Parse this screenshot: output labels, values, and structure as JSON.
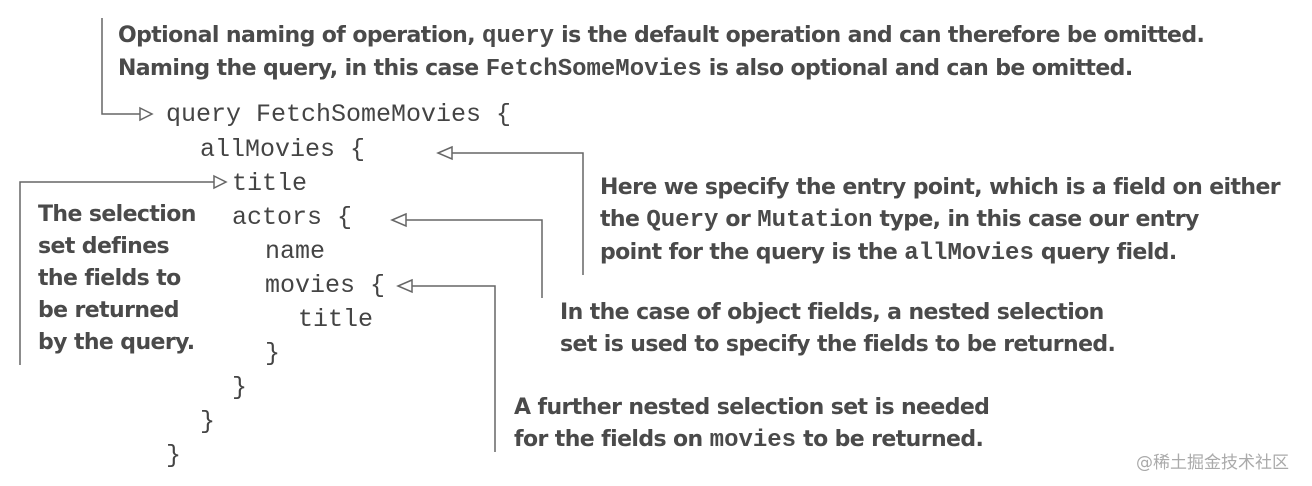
{
  "code": {
    "line1": "query FetchSomeMovies {",
    "line2": "allMovies {",
    "line3": "title",
    "line4": "actors {",
    "line5": "name",
    "line6": "movies {",
    "line7": "title",
    "line8": "}",
    "line9": "}",
    "line10": "}",
    "line11": "}"
  },
  "annotations": {
    "top": {
      "l1a": "Optional naming of operation, ",
      "l1b": "query",
      "l1c": " is the default operation and can therefore be omitted.",
      "l2a": "Naming the query, in this case ",
      "l2b": "FetchSomeMovies",
      "l2c": " is also optional and can be omitted."
    },
    "entry": {
      "l1": "Here we specify the entry point, which is a field on either",
      "l2a": "the ",
      "l2b": "Query",
      "l2c": " or ",
      "l2d": "Mutation",
      "l2e": " type, in this case our entry",
      "l3a": "point for the query is the ",
      "l3b": "allMovies",
      "l3c": " query field."
    },
    "selection": {
      "l1": "The selection",
      "l2": "set defines",
      "l3": "the fields to",
      "l4": "be returned",
      "l5": "by the query."
    },
    "object": {
      "l1": "In the case of object fields, a nested selection",
      "l2": "set is used to specify the fields to be returned."
    },
    "nested": {
      "l1": "A further nested selection set is needed",
      "l2a": "for the fields on ",
      "l2b": "movies",
      "l2c": " to be returned."
    }
  },
  "watermark": "@稀土掘金技术社区",
  "colors": {
    "text": "#4a4a4a",
    "code": "#444444",
    "lines": "#666666",
    "watermark": "#aaaaaa"
  }
}
